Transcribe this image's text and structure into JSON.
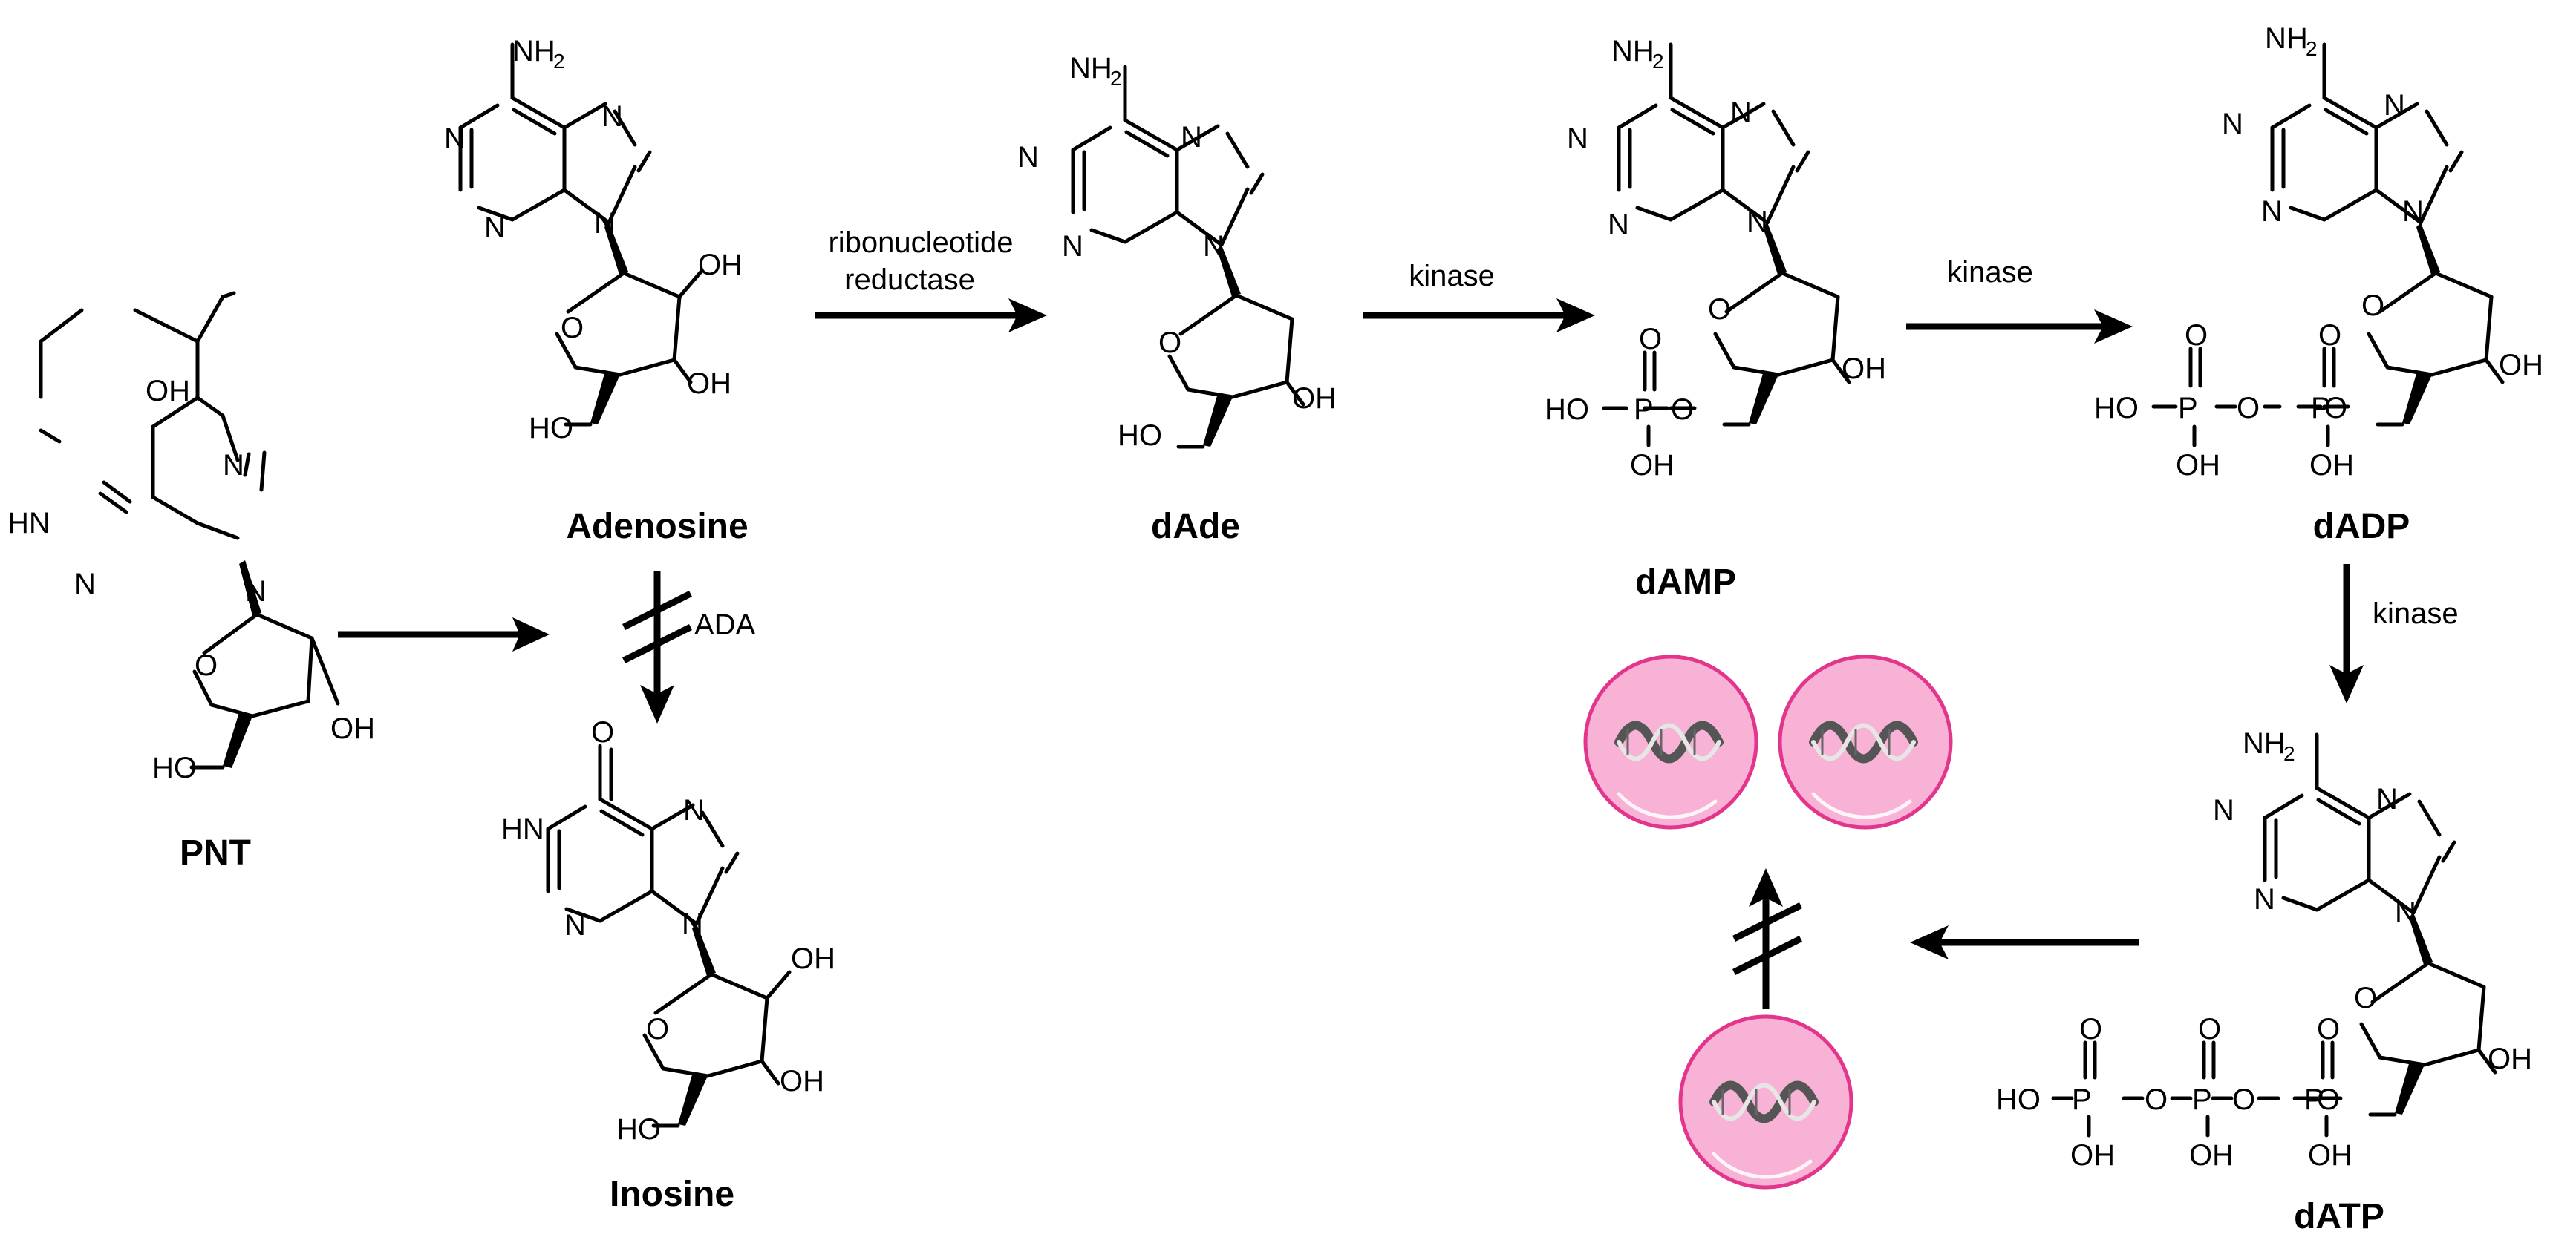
{
  "compounds": {
    "pnt": "PNT",
    "adenosine": "Adenosine",
    "inosine": "Inosine",
    "dade": "dAde",
    "damp": "dAMP",
    "dadp": "dADP",
    "datp": "dATP"
  },
  "enzymes": {
    "rnr_line1": "ribonucleotide",
    "rnr_line2": "reductase",
    "kinase1": "kinase",
    "kinase2": "kinase",
    "kinase3": "kinase",
    "ada": "ADA"
  },
  "atoms": {
    "nh": "NH",
    "two": "2",
    "n": "N",
    "o": "O",
    "oh": "OH",
    "ho": "HO",
    "hn": "HN",
    "p": "P"
  },
  "colors": {
    "cell_fill": "#f8b2d6",
    "cell_stroke": "#e2358b",
    "arrow": "#000000"
  }
}
